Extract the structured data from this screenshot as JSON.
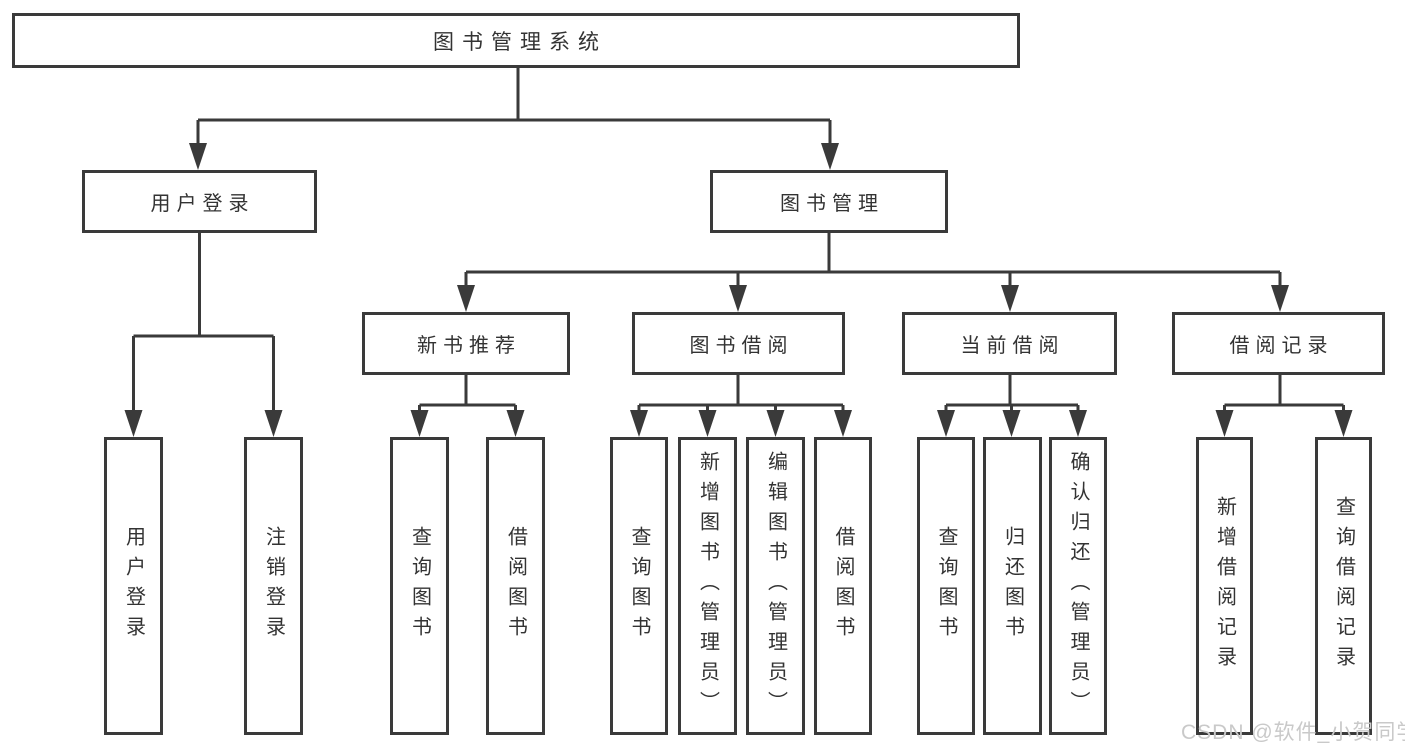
{
  "diagram_title": "图书管理系统",
  "tree": {
    "label": "图书管理系统",
    "children": [
      {
        "label": "用户登录",
        "children": [
          {
            "label": "用户登录"
          },
          {
            "label": "注销登录"
          }
        ]
      },
      {
        "label": "图书管理",
        "children": [
          {
            "label": "新书推荐",
            "children": [
              {
                "label": "查询图书"
              },
              {
                "label": "借阅图书"
              }
            ]
          },
          {
            "label": "图书借阅",
            "children": [
              {
                "label": "查询图书"
              },
              {
                "label": "新增图书（管理员）"
              },
              {
                "label": "编辑图书（管理员）"
              },
              {
                "label": "借阅图书"
              }
            ]
          },
          {
            "label": "当前借阅",
            "children": [
              {
                "label": "查询图书"
              },
              {
                "label": "归还图书"
              },
              {
                "label": "确认归还（管理员）"
              }
            ]
          },
          {
            "label": "借阅记录",
            "children": [
              {
                "label": "新增借阅记录"
              },
              {
                "label": "查询借阅记录"
              }
            ]
          }
        ]
      }
    ]
  },
  "watermark": {
    "text": "CSDN @软件_小贺同学",
    "color": "#c9c9c9"
  },
  "colors": {
    "line": "#3a3a3a",
    "text": "#333333",
    "background": "#ffffff"
  }
}
